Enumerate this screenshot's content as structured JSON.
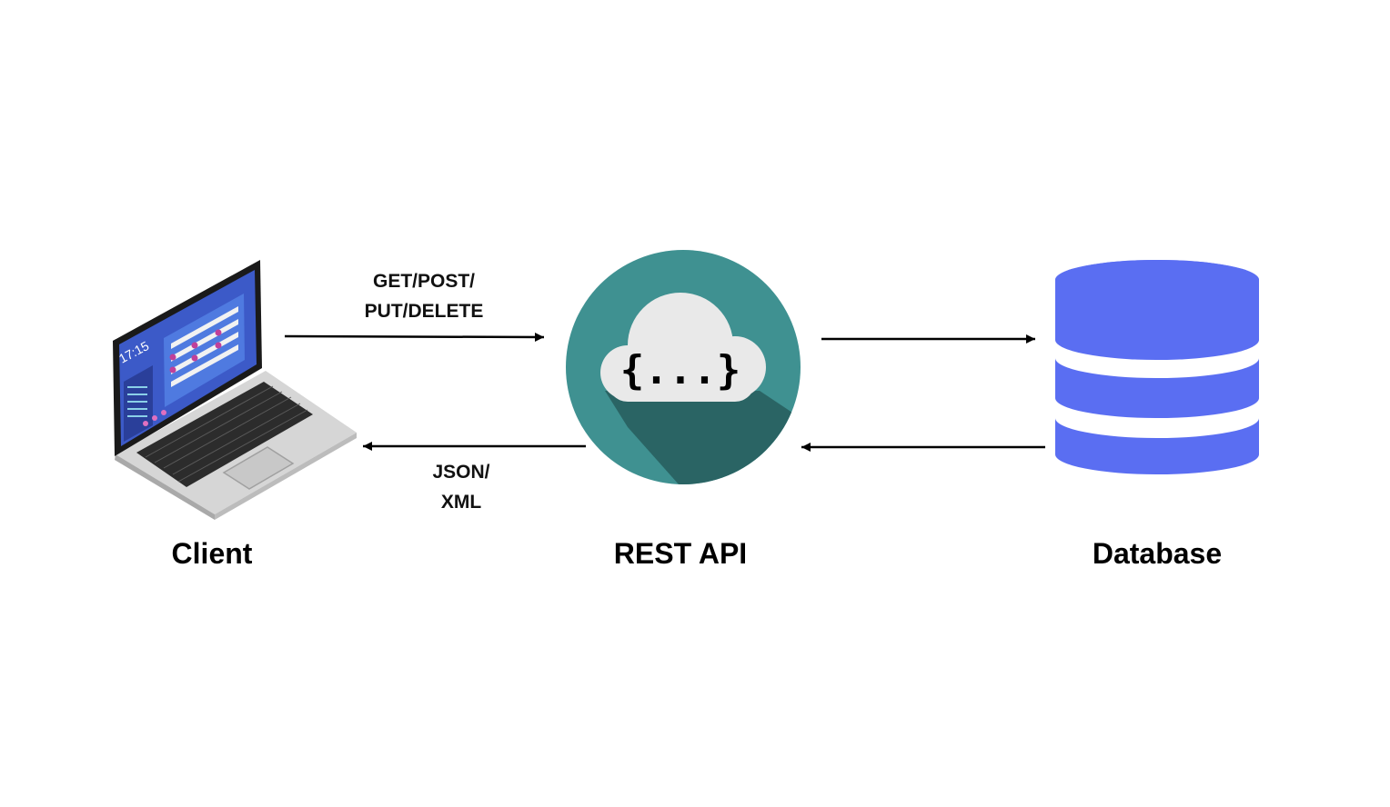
{
  "nodes": {
    "client": {
      "label": "Client"
    },
    "api": {
      "label": "REST API",
      "icon_text": "{...}"
    },
    "database": {
      "label": "Database"
    }
  },
  "edges": {
    "request": {
      "lines": [
        "GET/POST/",
        "PUT/DELETE"
      ]
    },
    "response": {
      "lines": [
        "JSON/",
        "XML"
      ]
    }
  },
  "laptop_screen": {
    "clock": "17:15"
  },
  "icons": {
    "client": "laptop-icon",
    "api": "cloud-api-icon",
    "database": "database-icon"
  },
  "colors": {
    "api_circle": "#3f9191",
    "api_shadow": "#2a6464",
    "cloud": "#e9e9e9",
    "database": "#5a6ef2",
    "laptop_screen": "#3c5ac8",
    "arrow": "#000000"
  }
}
